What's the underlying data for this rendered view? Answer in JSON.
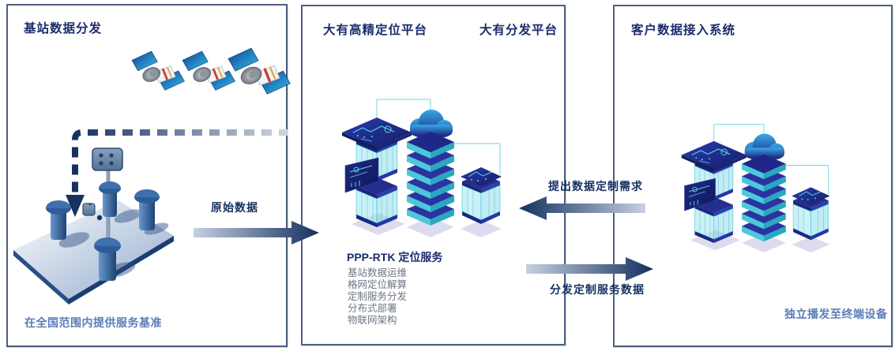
{
  "panels": {
    "left": {
      "title": "基站数据分发",
      "caption": "在全国范围内提供服务基准"
    },
    "middle": {
      "title_left": "大有高精定位平台",
      "title_right": "大有分发平台",
      "service_title": "PPP-RTK 定位服务",
      "service_items": [
        "基站数据运维",
        "格网定位解算",
        "定制服务分发",
        "分布式部署",
        "物联网架构"
      ]
    },
    "right": {
      "title": "客户数据接入系统",
      "caption": "独立播发至终端设备"
    }
  },
  "arrows": {
    "raw_data": "原始数据",
    "request": "提出数据定制需求",
    "distribute": "分发定制服务数据"
  },
  "icons": {
    "satellites": "gnss-satellites-icon",
    "base_station": "base-station-platform-icon",
    "downlink": "dashed-downlink-arrow-icon",
    "server_cluster": "server-cluster-icon"
  },
  "colors": {
    "accent_navy": "#16305f",
    "server_navy": "#242e8e",
    "teal": "#3fc3d8",
    "steel_blue": "#5b7db8",
    "panel_border": "#4e5f80",
    "shadow_lavender": "#dddcee"
  }
}
